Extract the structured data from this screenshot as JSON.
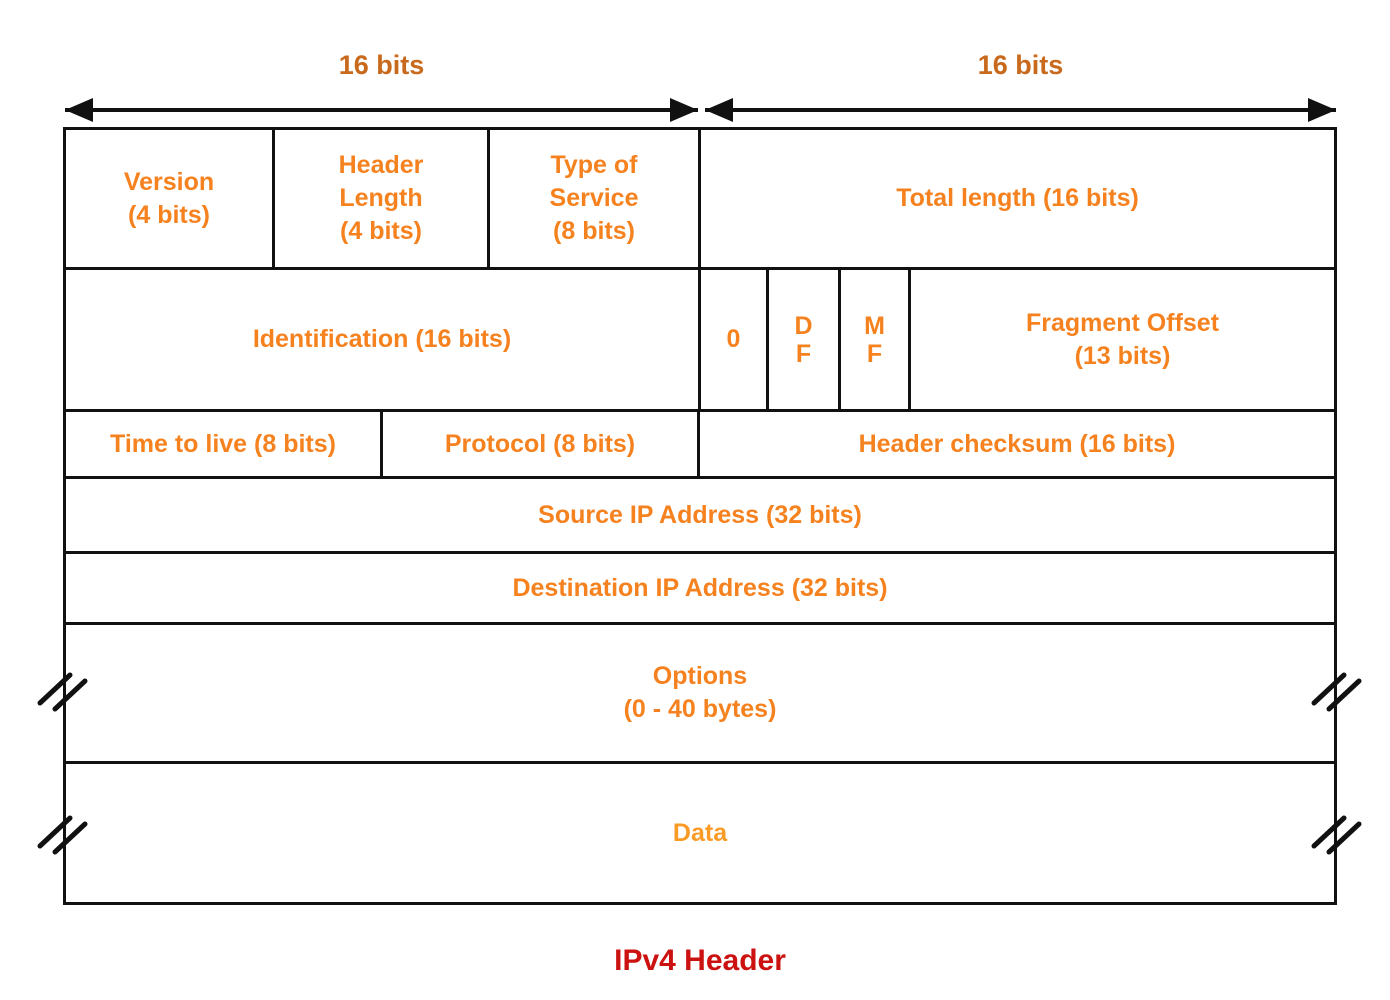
{
  "title": "IPv4 Header",
  "colors": {
    "field_text_orange": "#f6821f",
    "data_text_orange": "#f99b24",
    "scale_label_orange": "#c8691c",
    "title_red": "#cc1111",
    "line_black": "#111111"
  },
  "bit_scale": {
    "left_label": "16 bits",
    "right_label": "16 bits"
  },
  "fields": {
    "version": {
      "lines": [
        "Version",
        "(4 bits)"
      ]
    },
    "header_length": {
      "lines": [
        "Header",
        "Length",
        "(4 bits)"
      ]
    },
    "type_of_service": {
      "lines": [
        "Type of",
        "Service",
        "(8 bits)"
      ]
    },
    "total_length": {
      "lines": [
        "Total length (16 bits)"
      ]
    },
    "identification": {
      "lines": [
        "Identification (16 bits)"
      ]
    },
    "reserved_zero": {
      "lines": [
        "0"
      ]
    },
    "df_flag": {
      "lines": [
        "D",
        "F"
      ]
    },
    "mf_flag": {
      "lines": [
        "M",
        "F"
      ]
    },
    "fragment_offset": {
      "lines": [
        "Fragment Offset",
        "(13 bits)"
      ]
    },
    "time_to_live": {
      "lines": [
        "Time to live (8 bits)"
      ]
    },
    "protocol": {
      "lines": [
        "Protocol (8 bits)"
      ]
    },
    "header_checksum": {
      "lines": [
        "Header checksum (16 bits)"
      ]
    },
    "source_ip": {
      "lines": [
        "Source IP Address (32 bits)"
      ]
    },
    "destination_ip": {
      "lines": [
        "Destination IP Address (32 bits)"
      ]
    },
    "options": {
      "lines": [
        "Options",
        "(0 - 40 bytes)"
      ]
    },
    "data": {
      "lines": [
        "Data"
      ]
    }
  }
}
